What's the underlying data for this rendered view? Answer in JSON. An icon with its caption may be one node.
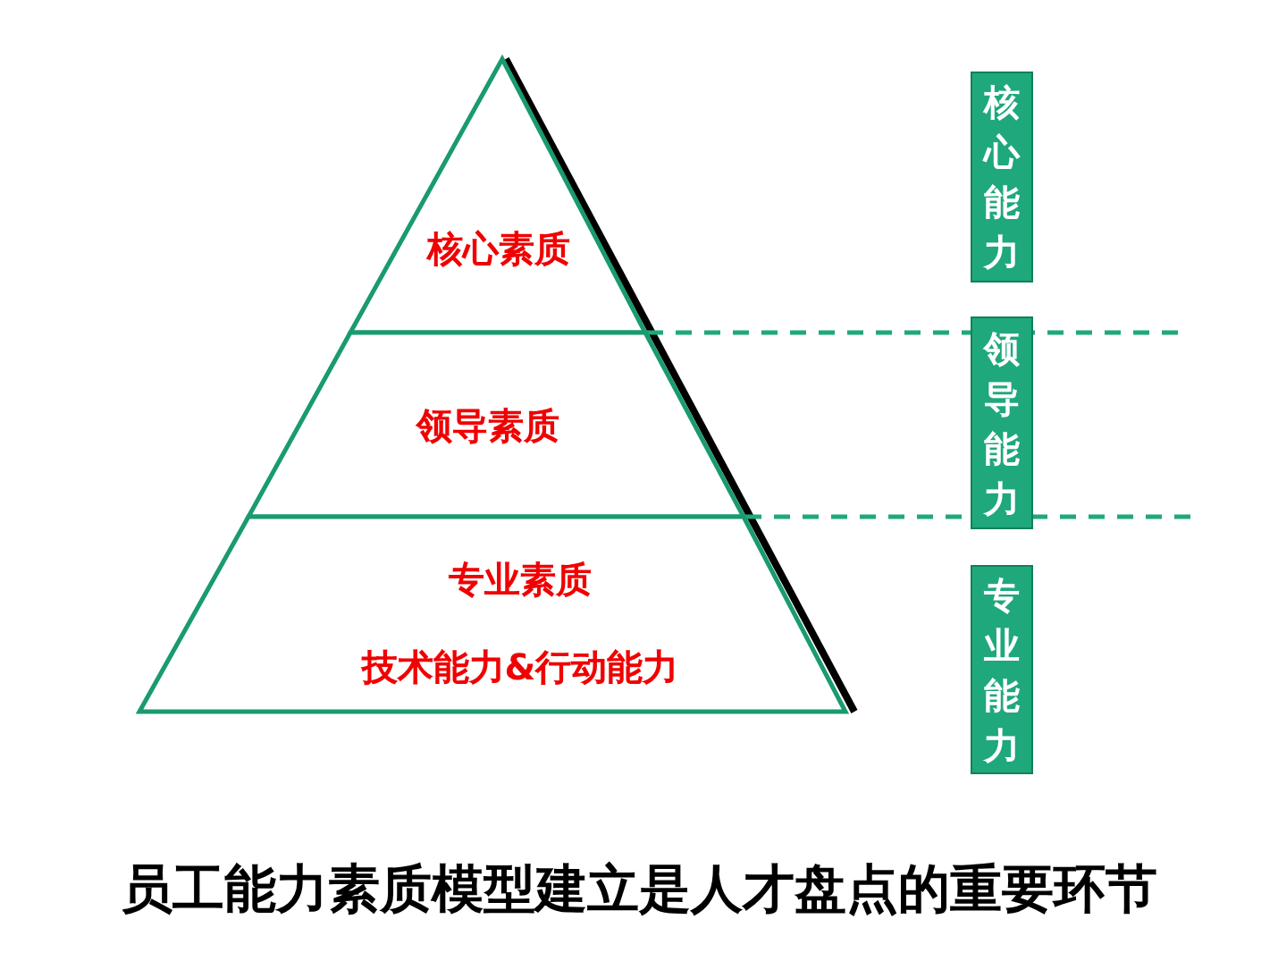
{
  "diagram": {
    "caption": "员工能力素质模型建立是人才盘点的重要环节",
    "nodes": [
      {
        "text": [
          "核心素质"
        ]
      },
      {
        "text": [
          "领导素质"
        ]
      },
      {
        "text": [
          "专业素质",
          "技术能力&行动能力"
        ]
      },
      {
        "text": [
          "核心能力"
        ]
      },
      {
        "text": [
          "领导能力"
        ]
      },
      {
        "text": [
          "专业能力"
        ]
      }
    ]
  }
}
